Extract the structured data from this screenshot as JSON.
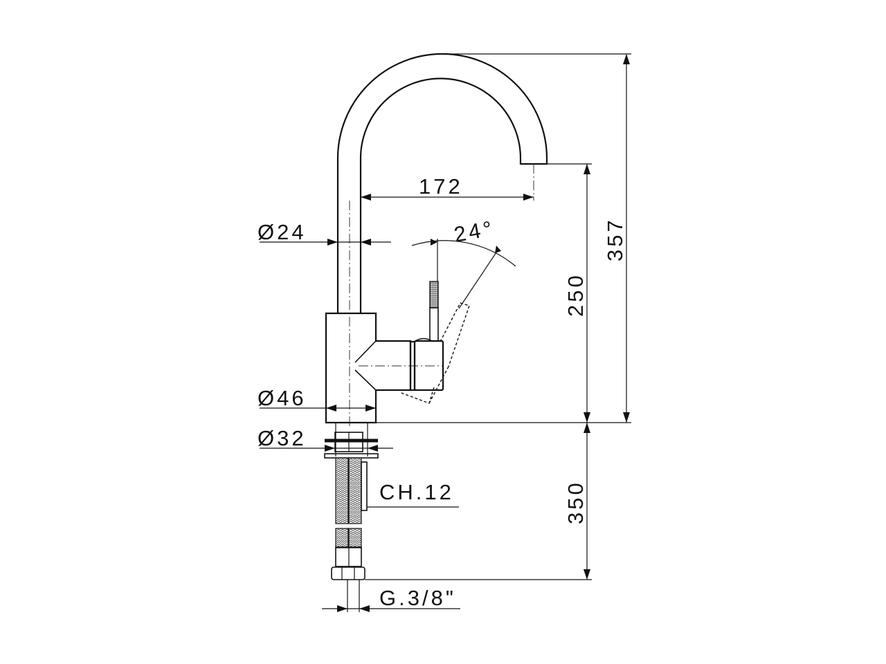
{
  "dimensions": {
    "spout_reach": "172",
    "spout_diameter": "Ø24",
    "lever_angle": "24°",
    "body_diameter": "Ø46",
    "shank_diameter": "Ø32",
    "wrench_size": "CH.12",
    "connection_thread": "G.3/8\"",
    "outlet_height": "250",
    "total_height": "357",
    "hose_length": "350"
  },
  "colors": {
    "line": "#111111",
    "background": "#ffffff"
  }
}
